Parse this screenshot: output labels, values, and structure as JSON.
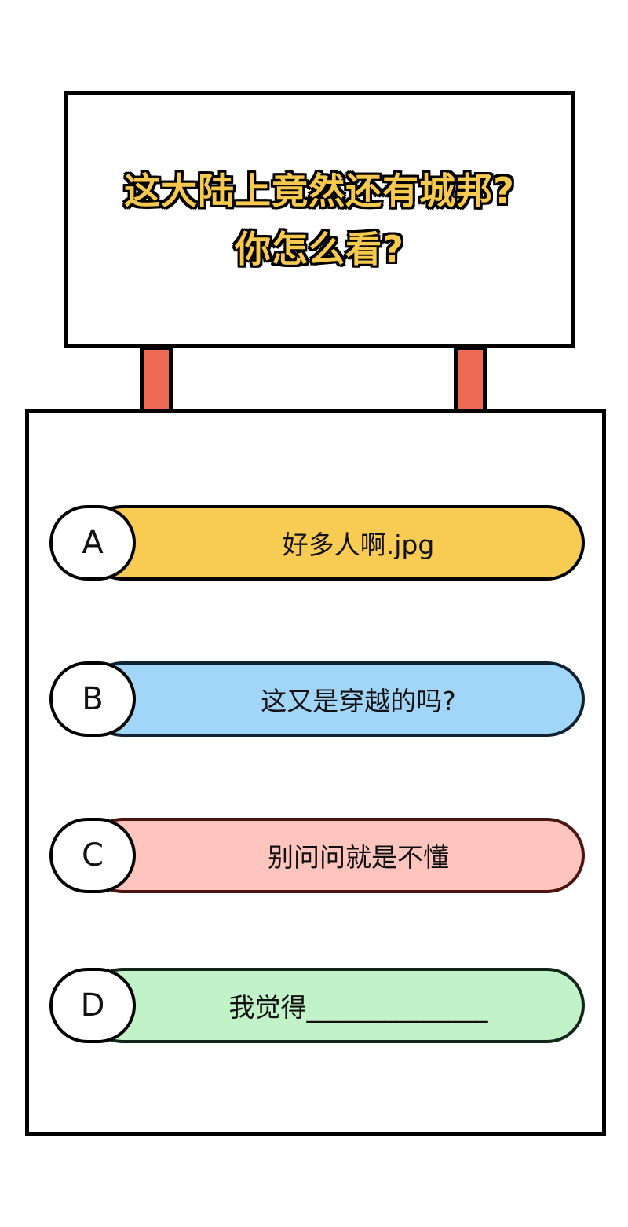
{
  "sign": {
    "title_line1": "这大陆上竟然还有城邦?",
    "title_line2": "你怎么看?"
  },
  "options": [
    {
      "letter": "A",
      "text": "好多人啊.jpg",
      "color": "#F8CB53"
    },
    {
      "letter": "B",
      "text": "这又是穿越的吗?",
      "color": "#A2D6F8"
    },
    {
      "letter": "C",
      "text": "别问问就是不懂",
      "color": "#FEC4BE"
    },
    {
      "letter": "D",
      "text": "我觉得______________",
      "color": "#C2F2C8"
    }
  ],
  "colors": {
    "title_fill": "#F8C94F",
    "post": "#EF6A55",
    "outline": "#000000"
  }
}
